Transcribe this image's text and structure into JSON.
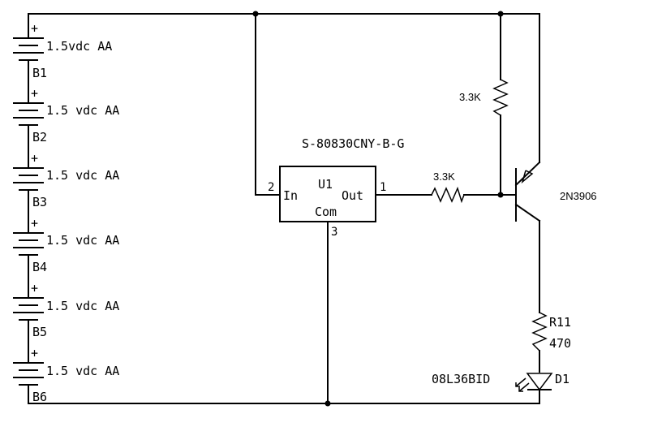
{
  "batteries": [
    {
      "ref": "B1",
      "value": "1.5vdc AA",
      "plus": "+"
    },
    {
      "ref": "B2",
      "value": "1.5 vdc AA",
      "plus": "+"
    },
    {
      "ref": "B3",
      "value": "1.5 vdc AA",
      "plus": "+"
    },
    {
      "ref": "B4",
      "value": "1.5 vdc AA",
      "plus": "+"
    },
    {
      "ref": "B5",
      "value": "1.5 vdc AA",
      "plus": "+"
    },
    {
      "ref": "B6",
      "value": "1.5 vdc AA",
      "plus": "+"
    }
  ],
  "regulator": {
    "part": "S-80830CNY-B-G",
    "ref": "U1",
    "pin_in": "In",
    "pin_out": "Out",
    "pin_com": "Com",
    "pin1": "1",
    "pin2": "2",
    "pin3": "3"
  },
  "resistor_top": "3.3K",
  "resistor_base": "3.3K",
  "transistor": "2N3906",
  "resistor_led": {
    "ref": "R11",
    "value": "470"
  },
  "led": {
    "part": "08L36BID",
    "ref": "D1"
  }
}
